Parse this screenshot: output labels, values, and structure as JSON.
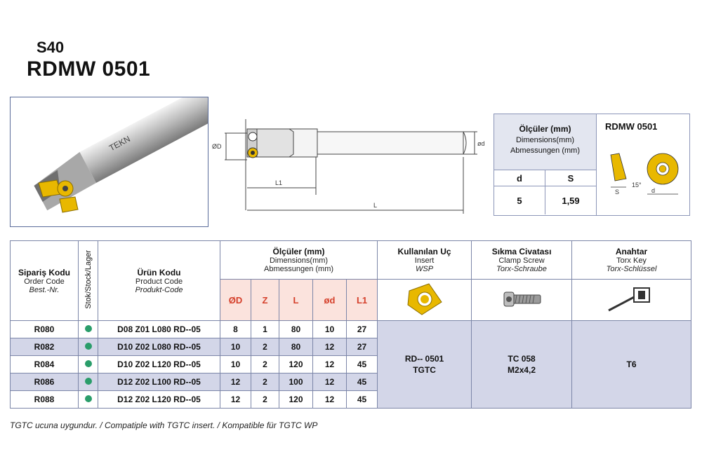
{
  "header": {
    "series": "S40",
    "model": "RDMW 0501"
  },
  "drawing": {
    "label_D": "ØD",
    "label_d": "ød",
    "label_L1": "L1",
    "label_L": "L"
  },
  "dims_box": {
    "title": "Ölçüler (mm)",
    "sub1": "Dimensions(mm)",
    "sub2": "Abmessungen (mm)",
    "col_d": "d",
    "col_s": "S",
    "val_d": "5",
    "val_s": "1,59",
    "insert_title": "RDMW 0501",
    "angle": "15°",
    "label_s": "S",
    "label_d": "d"
  },
  "table": {
    "col_order": {
      "tr": "Sipariş Kodu",
      "en": "Order Code",
      "de": "Best.-Nr."
    },
    "col_stock": "Stok/Stock/Lager",
    "col_product": {
      "tr": "Ürün Kodu",
      "en": "Product Code",
      "de": "Produkt-Code"
    },
    "col_dims": {
      "tr": "Ölçüler (mm)",
      "en": "Dimensions(mm)",
      "de": "Abmessungen (mm)"
    },
    "col_insert": {
      "tr": "Kullanılan Uç",
      "en": "Insert",
      "de": "WSP"
    },
    "col_screw": {
      "tr": "Sıkma Civatası",
      "en": "Clamp Screw",
      "de": "Torx-Schraube"
    },
    "col_key": {
      "tr": "Anahtar",
      "en": "Torx Key",
      "de": "Torx-Schlüssel"
    },
    "dim_headers": [
      "ØD",
      "Z",
      "L",
      "ød",
      "L1"
    ],
    "rows": [
      {
        "order": "R080",
        "product": "D08 Z01 L080 RD--05",
        "D": "8",
        "Z": "1",
        "L": "80",
        "d": "10",
        "L1": "27"
      },
      {
        "order": "R082",
        "product": "D10 Z02 L080 RD--05",
        "D": "10",
        "Z": "2",
        "L": "80",
        "d": "12",
        "L1": "27"
      },
      {
        "order": "R084",
        "product": "D10 Z02 L120 RD--05",
        "D": "10",
        "Z": "2",
        "L": "120",
        "d": "12",
        "L1": "45"
      },
      {
        "order": "R086",
        "product": "D12 Z02 L100 RD--05",
        "D": "12",
        "Z": "2",
        "L": "100",
        "d": "12",
        "L1": "45"
      },
      {
        "order": "R088",
        "product": "D12 Z02 L120 RD--05",
        "D": "12",
        "Z": "2",
        "L": "120",
        "d": "12",
        "L1": "45"
      }
    ],
    "insert_value_1": "RD-- 0501",
    "insert_value_2": "TGTC",
    "screw_value_1": "TC 058",
    "screw_value_2": "M2x4,2",
    "key_value": "T6"
  },
  "footnote": "TGTC ucuna uygundur. / Compatiple with TGTC insert. / Kompatible für TGTC WP",
  "colors": {
    "accent_red": "#d5402b",
    "stock_green": "#2a9d6a",
    "row_band": "#d3d6e8",
    "insert_gold": "#e8b800"
  }
}
